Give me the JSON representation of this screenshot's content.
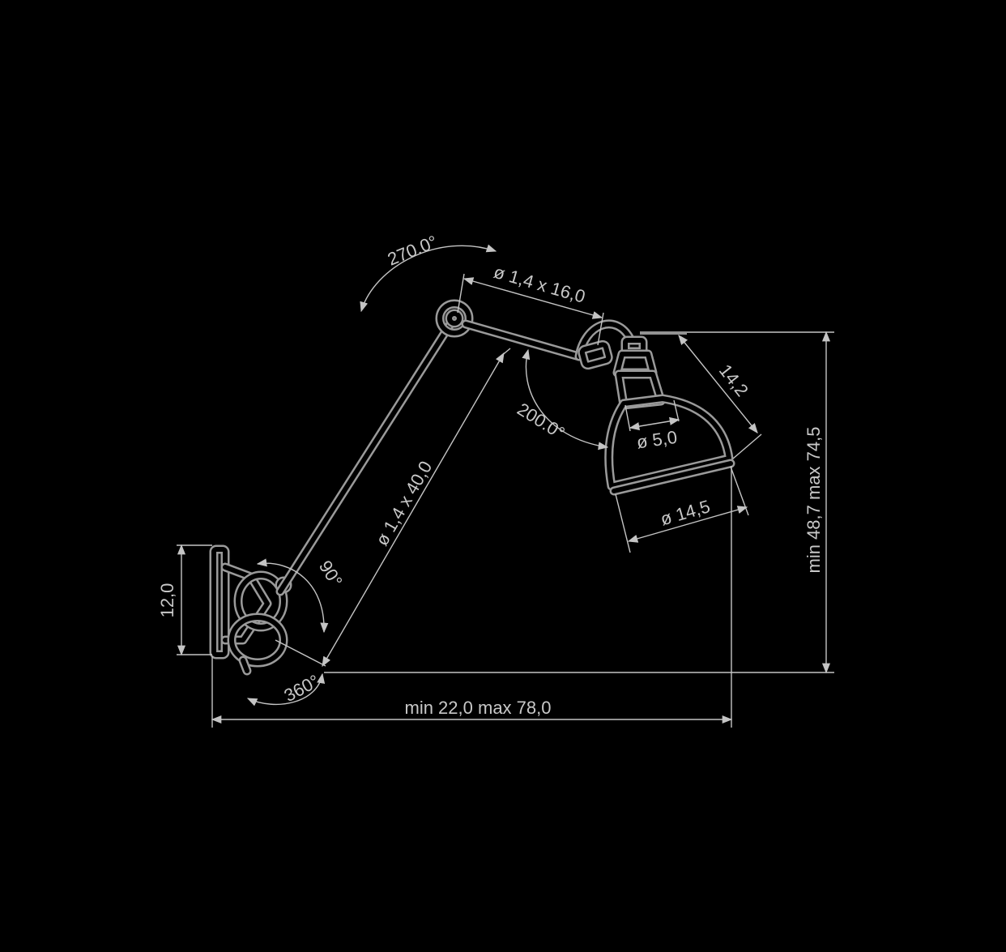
{
  "colors": {
    "background": "#000000",
    "line": "#c4c4c4",
    "lamp_outline": "#9a9a9a",
    "text": "#c8c8c8"
  },
  "labels": {
    "angle_top": "270.0°",
    "upper_arm": "ø 1,4 x 16,0",
    "shade_depth": "14,2",
    "max_height": "min 48,7   max 74,5",
    "angle_shade": "200.0°",
    "socket_diameter": "ø 5,0",
    "shade_diameter": "ø 14,5",
    "lower_arm": "ø 1,4 x 40,0",
    "angle_base": "90°",
    "base_height": "12,0",
    "angle_rotation": "360°",
    "reach": "min 22,0   max 78,0"
  }
}
